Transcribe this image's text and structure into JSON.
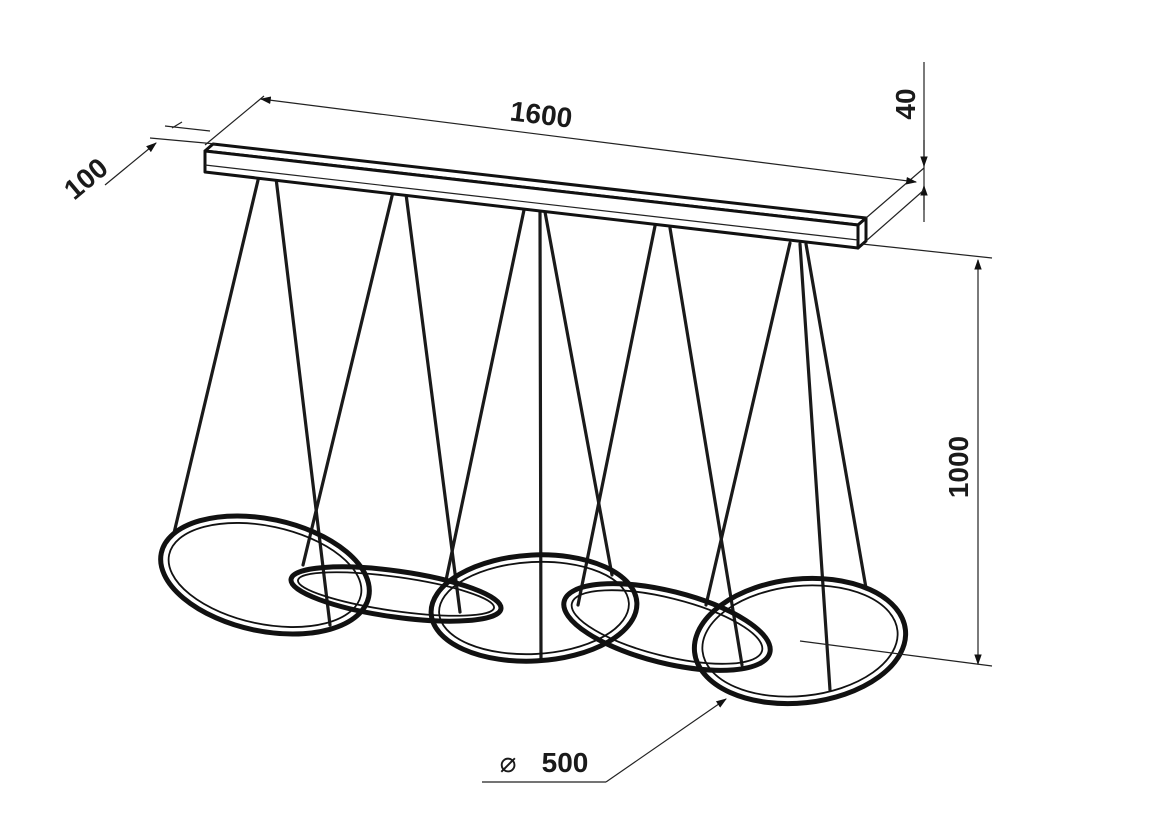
{
  "diagram": {
    "dimensions": {
      "length": "1600",
      "depth": "100",
      "height_bar": "40",
      "drop": "1000",
      "diameter_symbol": "⌀",
      "diameter_value": "500"
    },
    "rings_count": 5,
    "colors": {
      "line": "#111111",
      "background": "#ffffff"
    }
  }
}
